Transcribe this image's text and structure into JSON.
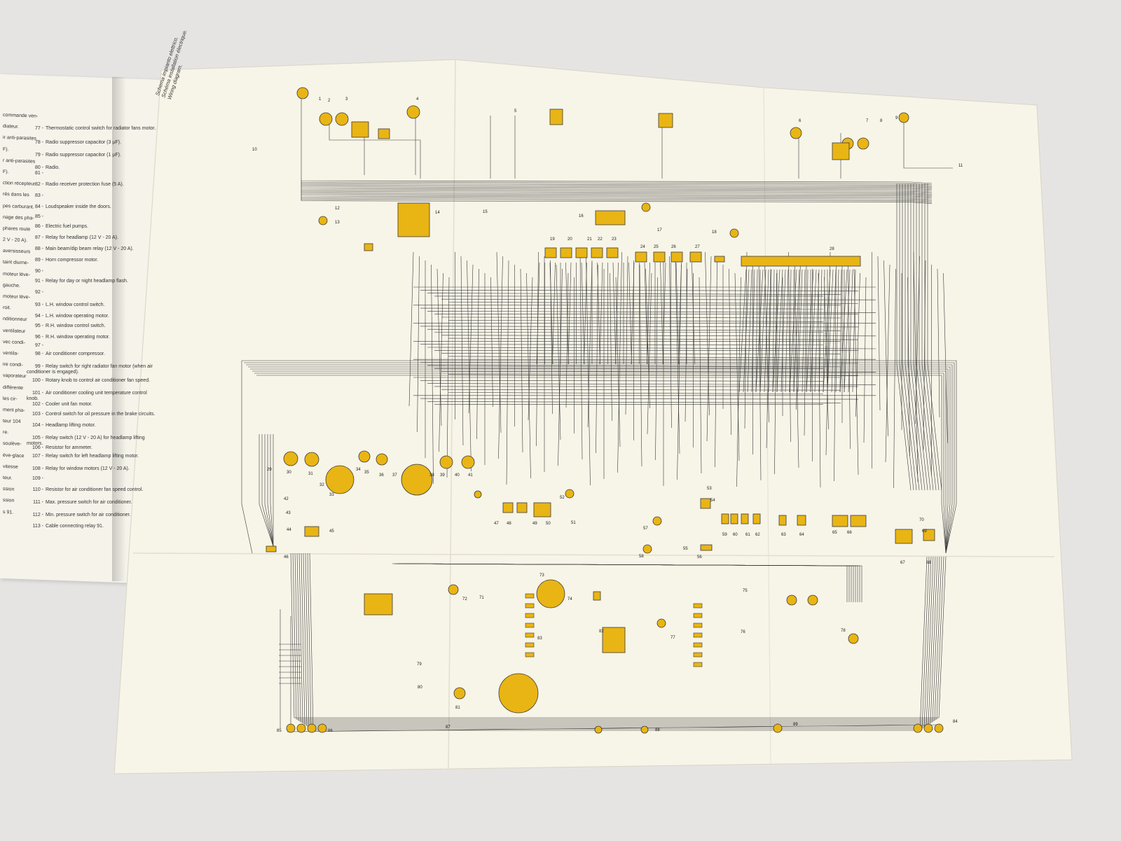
{
  "caption": [
    "Schema impianto elettrico.",
    "Schéma installation électrique.",
    "Wiring diagram."
  ],
  "left_page_fragments": [
    "commande ven-",
    "diateur.",
    "ir anti-parasites",
    "F).",
    "r anti-parasites",
    "F).",
    "ction récepteur",
    "rés dans les",
    "pes carburant.",
    "nage des pha-",
    "phares route",
    "2 V - 20 A).",
    "aversisseurs",
    "taint diurne-",
    "moteur lève-",
    "gauche.",
    "moteur lève-",
    "roit.",
    "nditionneur",
    "ventilateur",
    "vec condi-",
    "ventila-",
    "ire condi-",
    "vaporateur",
    "différente",
    "les cir-",
    "ment pha-",
    "teur 104",
    "re.",
    "soulève-",
    "ève-glace",
    "vitesse",
    "teur.",
    "ssion",
    "ssion",
    "s 91."
  ],
  "legend": [
    {
      "num": "77 -",
      "text": "Thermostatic control switch for radiator fans motor."
    },
    {
      "num": "78 -",
      "text": "Radio suppressor capacitor (3 µF)."
    },
    {
      "num": "79 -",
      "text": "Radio suppressor capacitor (1 µF)."
    },
    {
      "num": "80 -",
      "text": "Radio."
    },
    {
      "num": "81 -",
      "text": ""
    },
    {
      "num": "82 -",
      "text": "Radio receiver protection fuse (5 A)."
    },
    {
      "num": "83 -",
      "text": ""
    },
    {
      "num": "84 -",
      "text": "Loudspeaker inside the doors."
    },
    {
      "num": "85 -",
      "text": ""
    },
    {
      "num": "86 -",
      "text": "Electric fuel pumps."
    },
    {
      "num": "87 -",
      "text": "Relay for headlamp (12 V - 20 A)."
    },
    {
      "num": "88 -",
      "text": "Main beam/dip beam relay (12 V - 20 A)."
    },
    {
      "num": "89 -",
      "text": "Horn compressor motor."
    },
    {
      "num": "90 -",
      "text": ""
    },
    {
      "num": "91 -",
      "text": "Relay for day or night headlamp flash."
    },
    {
      "num": "92 -",
      "text": ""
    },
    {
      "num": "93 -",
      "text": "L.H. window control switch."
    },
    {
      "num": "94 -",
      "text": "L.H. window operating motor."
    },
    {
      "num": "95 -",
      "text": "R.H. window control switch."
    },
    {
      "num": "96 -",
      "text": "R.H. window operating motor."
    },
    {
      "num": "97 -",
      "text": ""
    },
    {
      "num": "98 -",
      "text": "Air conditioner compressor."
    },
    {
      "num": "99 -",
      "text": "Relay switch for right radiator fan motor (when air conditioner is engaged)."
    },
    {
      "num": "100 -",
      "text": "Rotary knob to control air conditioner fan speed."
    },
    {
      "num": "101 -",
      "text": "Air conditioner cooling unit temperature control knob."
    },
    {
      "num": "102 -",
      "text": "Cooler unit fan motor."
    },
    {
      "num": "103 -",
      "text": "Control switch for oil pressure in the brake circuits."
    },
    {
      "num": "104 -",
      "text": "Headlamp lifting motor."
    },
    {
      "num": "105 -",
      "text": "Relay switch (12 V - 20 A) for headlamp lifting motors."
    },
    {
      "num": "106 -",
      "text": "Resistor for ammeter."
    },
    {
      "num": "107 -",
      "text": "Relay switch for left headlamp lifting motor."
    },
    {
      "num": "108 -",
      "text": "Relay for window motors (12 V - 20 A)."
    },
    {
      "num": "109 -",
      "text": ""
    },
    {
      "num": "110 -",
      "text": "Resistor for air conditioner fan speed control."
    },
    {
      "num": "111 -",
      "text": "Max. pressure switch for air conditioner."
    },
    {
      "num": "112 -",
      "text": "Min. pressure switch for air conditioner."
    },
    {
      "num": "113 -",
      "text": "Cable connecting relay 91."
    }
  ],
  "component_numbers": [
    "1",
    "2",
    "3",
    "4",
    "5",
    "6",
    "7",
    "8",
    "9",
    "10",
    "11",
    "12",
    "13",
    "14",
    "15",
    "16",
    "17",
    "18",
    "19",
    "20",
    "21",
    "22",
    "23",
    "24",
    "25",
    "26",
    "27",
    "28",
    "29",
    "30",
    "31",
    "32",
    "33",
    "34",
    "35",
    "36",
    "37",
    "38",
    "39",
    "40",
    "41",
    "42",
    "43",
    "44",
    "45",
    "46",
    "47",
    "48",
    "49",
    "50",
    "51",
    "52",
    "53",
    "54",
    "55",
    "56",
    "57",
    "58",
    "59",
    "60",
    "61",
    "62",
    "63",
    "64",
    "65",
    "66",
    "67",
    "68",
    "69",
    "70",
    "71",
    "72",
    "73",
    "74",
    "75",
    "76",
    "77",
    "78",
    "79",
    "80",
    "81",
    "82",
    "83",
    "84",
    "85",
    "86",
    "87",
    "88",
    "89",
    "90",
    "91",
    "92",
    "93",
    "94",
    "95",
    "96",
    "97",
    "98",
    "99",
    "100",
    "101",
    "102",
    "103",
    "104",
    "105",
    "106",
    "107",
    "108",
    "109",
    "110",
    "111",
    "112",
    "113",
    "114",
    "115",
    "116",
    "117",
    "118",
    "119",
    "120",
    "121",
    "122",
    "A"
  ],
  "colors": {
    "paper": "#f7f4e8",
    "component": "#e9b514",
    "wire": "#3a3a3a",
    "background": "#e6e4e3"
  }
}
